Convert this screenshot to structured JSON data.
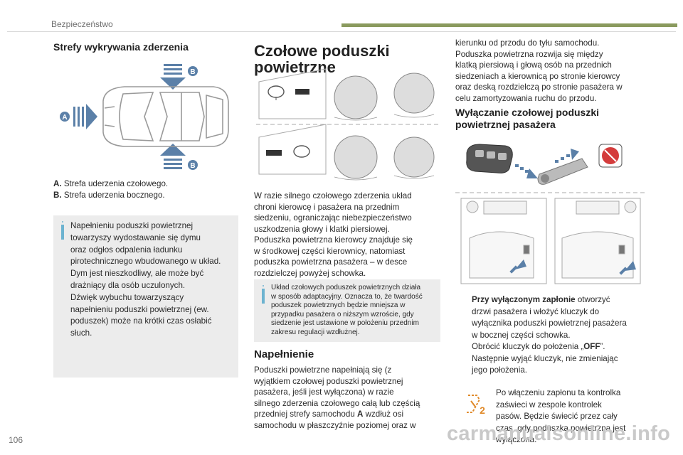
{
  "header": {
    "section": "Bezpieczeństwo"
  },
  "left": {
    "title": "Strefy wykrywania zderzenia",
    "figure_labels": {
      "a": "A",
      "b": "B"
    },
    "legend": [
      {
        "key": "A.",
        "text": "Strefa uderzenia czołowego."
      },
      {
        "key": "B.",
        "text": "Strefa uderzenia bocznego."
      }
    ],
    "info_lines": [
      "Napełnieniu poduszki powietrznej",
      "towarzyszy wydostawanie się dymu",
      "oraz odgłos odpalenia ładunku",
      "pirotechnicznego wbudowanego w układ.",
      "Dym jest nieszkodliwy, ale może być",
      "drażniący dla osób uczulonych.",
      "Dźwięk wybuchu towarzyszący",
      "napełnieniu poduszki powietrznej (ew.",
      "poduszek) może na krótki czas osłabić",
      "słuch."
    ]
  },
  "middle": {
    "title_line1": "Czołowe poduszki",
    "title_line2": "powietrzne",
    "para_lines": [
      "W razie silnego czołowego zderzenia układ",
      "chroni kierowcę i pasażera na przednim",
      "siedzeniu, ograniczając niebezpieczeństwo",
      "uszkodzenia głowy i klatki piersiowej.",
      "Poduszka powietrzna kierowcy znajduje się",
      "w środkowej części kierownicy, natomiast",
      "poduszka powietrzna pasażera – w desce",
      "rozdzielczej powyżej schowka."
    ],
    "info_lines": [
      "Układ czołowych poduszek powietrznych działa",
      "w sposób adaptacyjny. Oznacza to, że twardość",
      "poduszek powietrznych będzie mniejsza w",
      "przypadku pasażera o niższym wzroście, gdy",
      "siedzenie jest ustawione w położeniu przednim",
      "zakresu regulacji wzdłużnej."
    ],
    "subtitle": "Napełnienie",
    "para2_lines": [
      "Poduszki powietrzne napełniają się (z",
      "wyjątkiem czołowej poduszki powietrznej",
      "pasażera, jeśli jest wyłączona) w razie",
      "silnego zderzenia czołowego całą lub częścią",
      "przedniej strefy samochodu",
      "samochodu w płaszczyźnie poziomej oraz w"
    ],
    "para2_bold": "A",
    "para2_tail": " wzdłuż osi"
  },
  "right": {
    "intro_lines": [
      "kierunku od przodu do tyłu samochodu.",
      "Poduszka powietrzna rozwija się między",
      "klatką piersiową i głową osób na przednich",
      "siedzeniach a kierownicą po stronie kierowcy",
      "oraz deską rozdzielczą po stronie pasażera w",
      "celu zamortyzowania ruchu do przodu."
    ],
    "title_line1": "Wyłączanie czołowej poduszki",
    "title_line2": "powietrznej pasażera",
    "bullets": [
      {
        "bold": "Przy wyłączonym zapłonie",
        "lines": [
          " otworzyć",
          "drzwi pasażera i włożyć kluczyk do",
          "wyłącznika poduszki powietrznej pasażera",
          "w bocznej części schowka."
        ]
      },
      {
        "bold": "",
        "lines": [
          "Obrócić kluczyk do położenia „",
          "”."
        ],
        "strong": "OFF"
      },
      {
        "bold": "",
        "lines": [
          "Następnie wyjąć kluczyk, nie zmieniając",
          "jego położenia."
        ]
      }
    ],
    "bullet_glyph": "",
    "warning_lines": [
      "Po włączeniu zapłonu ta kontrolka",
      "zaświeci w zespole kontrolek",
      "pasów. Będzie świecić przez cały",
      "czas, gdy poduszka powietrzna jest",
      "wyłączona."
    ],
    "warning_icon_label": "2"
  },
  "footer": {
    "page_number": "106",
    "watermark": "carmanualsonline.info"
  }
}
